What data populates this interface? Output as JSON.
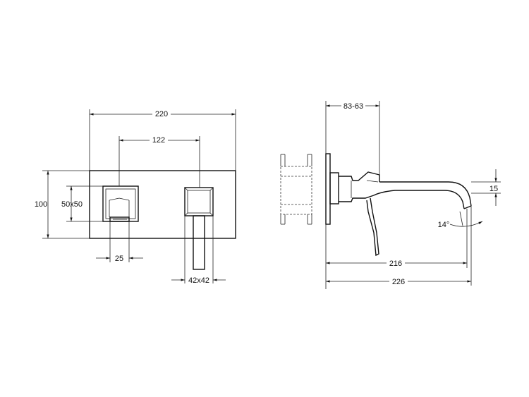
{
  "front_view": {
    "width_label": "220",
    "spacing_label": "122",
    "height_label": "100",
    "square_label": "50x50",
    "spout_label": "25",
    "handle_label": "42x42"
  },
  "side_view": {
    "depth_label": "83-63",
    "outlet_label": "15",
    "angle_label": "14°",
    "reach_label": "216",
    "overall_label": "226"
  }
}
